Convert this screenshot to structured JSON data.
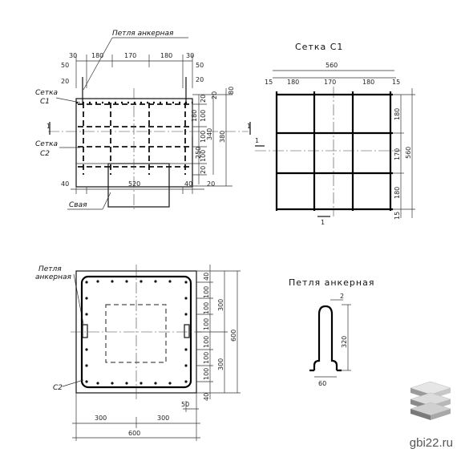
{
  "labels": {
    "petlya_ankernaya_top": "Петля анкерная",
    "setka_c1_side_1": "Сетка",
    "setka_c1_side_2": "С1",
    "setka_c2_side_1": "Сетка",
    "setka_c2_side_2": "С2",
    "svaya": "Свая",
    "setka_c1_title": "Сетка С1",
    "petlya_plan_1": "Петля",
    "petlya_plan_2": "анкерная",
    "c2_plan": "С2",
    "petlya_detail_title": "Петля анкерная"
  },
  "section_marks": {
    "left": "1",
    "right": "1",
    "mesh_left": "1",
    "mesh_bottom": "1"
  },
  "elevation_dims": {
    "top": [
      "30",
      "180",
      "170",
      "180",
      "30"
    ],
    "top_right": "50",
    "right_small": "20",
    "right_chain": [
      "20",
      "100",
      "100",
      "100",
      "20"
    ],
    "right_180": "180",
    "right_340": "340",
    "right_250": "250",
    "right_380": "380",
    "right_80": "80",
    "right_30": "20",
    "bottom_left": "40",
    "bottom_mid": "520",
    "bottom_right": "40",
    "bottom_right2": "20"
  },
  "mesh_dims": {
    "overall": "560",
    "top_chain": [
      "15",
      "180",
      "170",
      "180",
      "15"
    ],
    "right_chain": [
      "180",
      "170",
      "180"
    ],
    "right_overall": "560",
    "bottom_right": "15"
  },
  "plan_dims": {
    "right_chain": [
      "40",
      "100",
      "100",
      "100",
      "100",
      "100",
      "100",
      "40"
    ],
    "right_300_top": "300",
    "right_300_bot": "300",
    "right_overall": "600",
    "bottom_chain": [
      "300",
      "300"
    ],
    "bottom_overall": "600",
    "bottom_50": "50"
  },
  "loop_dims": {
    "top": "2",
    "height": "320",
    "base": "60"
  },
  "watermark": {
    "text": "gbi22.ru"
  }
}
